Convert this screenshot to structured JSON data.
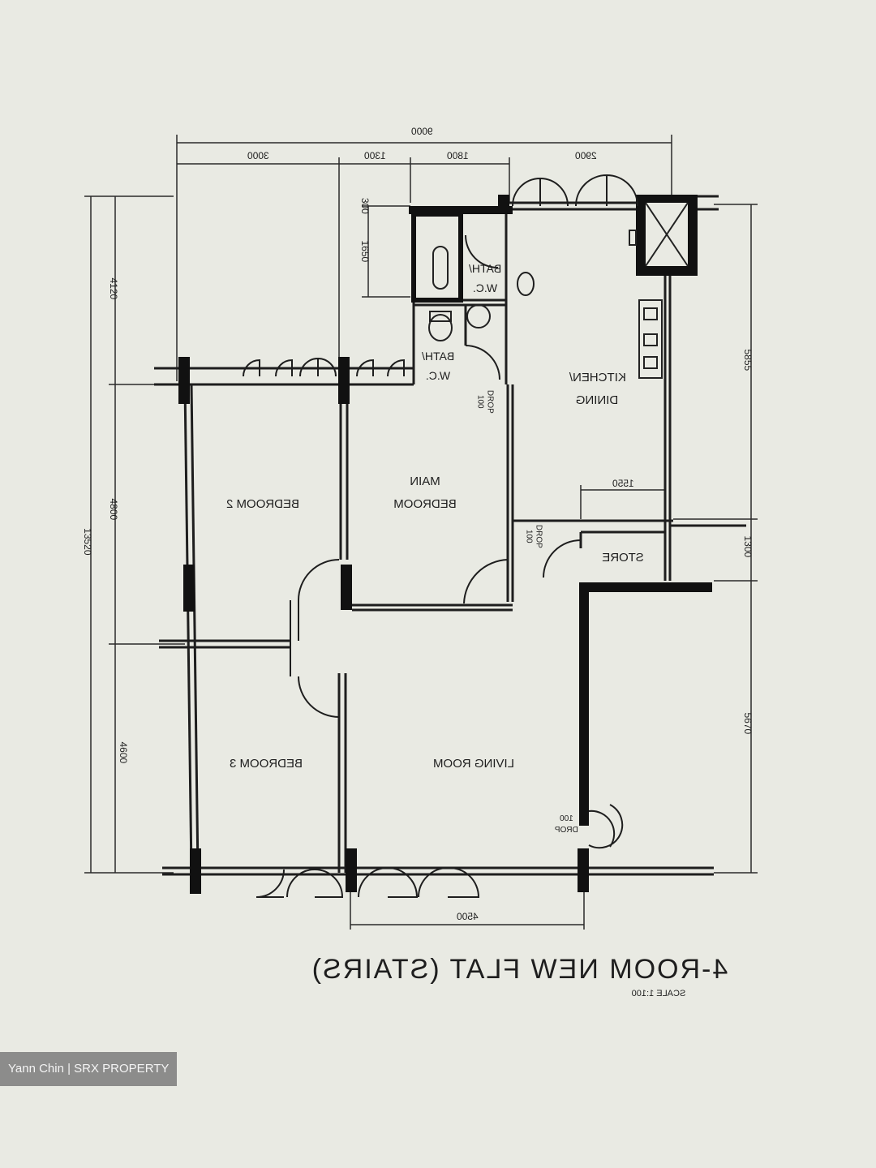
{
  "plan": {
    "title": "4-ROOM NEW FLAT (STAIRS)",
    "scale": "SCALE 1:100",
    "rooms": {
      "kitchen_line1": "KITCHEN/",
      "kitchen_line2": "DINING",
      "main_bedroom_line1": "MAIN",
      "main_bedroom_line2": "BEDROOM",
      "bedroom2": "BEDROOM 2",
      "bedroom3": "BEDROOM 3",
      "living": "LIVING ROOM",
      "store": "STORE",
      "bath1_line1": "BATH/",
      "bath1_line2": "W.C.",
      "bath2_line1": "BATH/",
      "bath2_line2": "W.C."
    },
    "dimensions": {
      "total_width": "9000",
      "seg_3000": "3000",
      "seg_1300": "1300",
      "seg_1800": "1800",
      "seg_2900": "2900",
      "bottom_4500": "4500",
      "left_13520": "13520",
      "left_4120": "4120",
      "left_4800": "4800",
      "left_4600": "4600",
      "left_1650": "1650",
      "left_300": "300",
      "right_5855": "5855",
      "right_1300": "1300",
      "right_5670": "5670",
      "store_1550": "1550"
    },
    "notes": {
      "drop1_a": "100",
      "drop1_b": "DROP",
      "drop2_a": "100",
      "drop2_b": "DROP",
      "drop3_a": "100",
      "drop3_b": "DROP"
    }
  },
  "watermark": "Yann Chin | SRX PROPERTY"
}
